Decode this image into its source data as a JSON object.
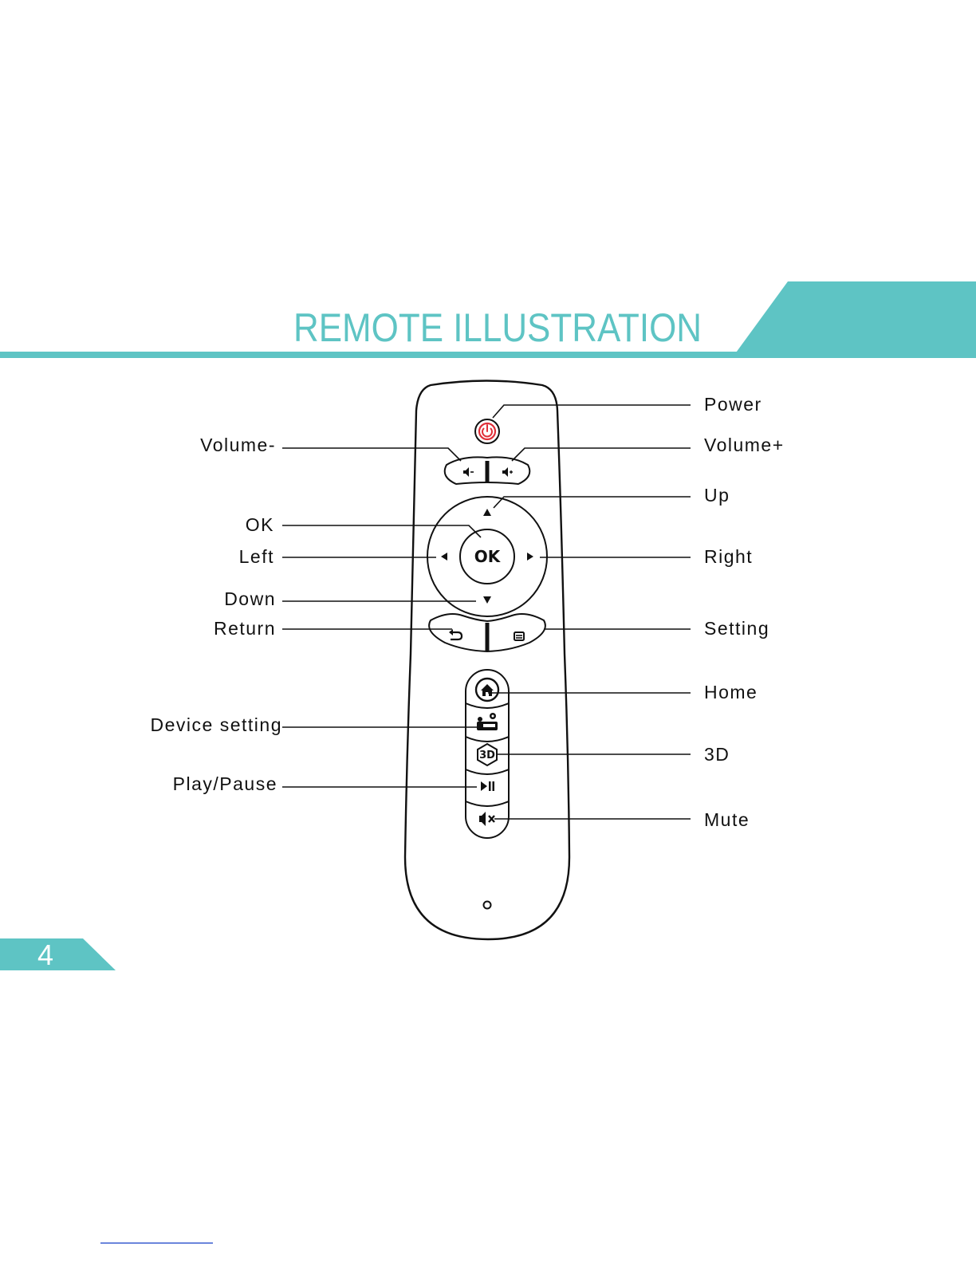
{
  "header": {
    "title": "REMOTE ILLUSTRATION",
    "accent_color": "#5ec4c4"
  },
  "footer": {
    "page_number": "4"
  },
  "labels": {
    "power": "Power",
    "volume_minus": "Volume-",
    "volume_plus": "Volume+",
    "up": "Up",
    "ok": "OK",
    "left": "Left",
    "right": "Right",
    "down": "Down",
    "return": "Return",
    "setting": "Setting",
    "home": "Home",
    "device_setting": "Device  setting",
    "three_d": "3D",
    "play_pause": "Play/Pause",
    "mute": "Mute"
  },
  "remote": {
    "ok_key_text": "OK",
    "three_d_key_text": "3D",
    "power_color": "#e0303a",
    "icons": [
      "power-icon",
      "volume-down-icon",
      "volume-up-icon",
      "up-arrow-icon",
      "down-arrow-icon",
      "left-arrow-icon",
      "right-arrow-icon",
      "return-icon",
      "menu-icon",
      "home-icon",
      "device-setting-icon",
      "3d-icon",
      "play-pause-icon",
      "mute-icon",
      "microphone-hole-icon"
    ]
  }
}
